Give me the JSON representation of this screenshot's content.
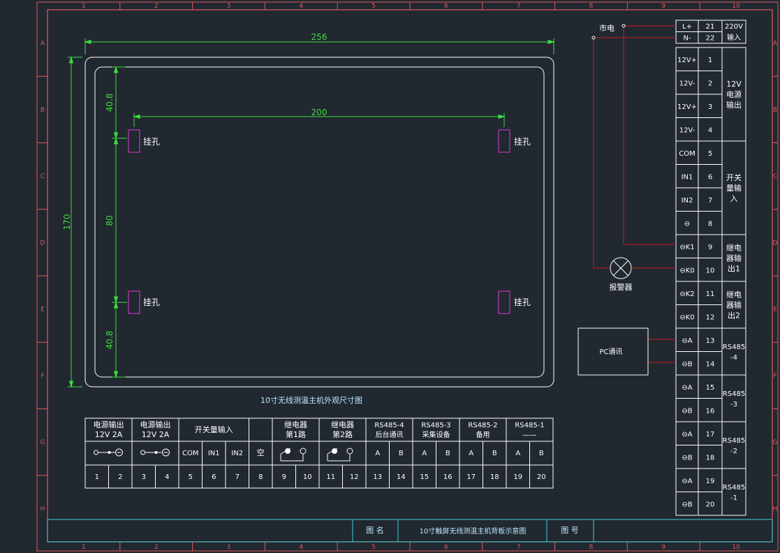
{
  "frame": {
    "columns": [
      "1",
      "2",
      "3",
      "4",
      "5",
      "6",
      "7",
      "8",
      "9",
      "10"
    ],
    "rows": [
      "A",
      "B",
      "C",
      "D",
      "E",
      "F",
      "G",
      "H"
    ]
  },
  "outline": {
    "width_dim": "256",
    "height_dim": "170",
    "hole_spacing_dim": "200",
    "top_offset_dim": "40.8",
    "mid_dim": "80",
    "bottom_offset_dim": "40.8",
    "hole_label": "挂孔",
    "caption": "10寸无线测温主机外观尺寸图"
  },
  "terminal_table": {
    "groups": [
      {
        "line1": "电源输出",
        "line2": "12V 2A"
      },
      {
        "line1": "电源输出",
        "line2": "12V 2A"
      },
      {
        "line1": "开关量输入",
        "line2": ""
      },
      {
        "line1": "",
        "line2": ""
      },
      {
        "line1": "继电器",
        "line2": "第1路"
      },
      {
        "line1": "继电器",
        "line2": "第2路"
      },
      {
        "line1": "RS485-4",
        "line2": "后台通讯"
      },
      {
        "line1": "RS485-3",
        "line2": "采集设备"
      },
      {
        "line1": "RS485-2",
        "line2": "备用"
      },
      {
        "line1": "RS485-1",
        "line2": "——"
      }
    ],
    "signals": [
      "COM",
      "IN1",
      "IN2",
      "空",
      "A",
      "B",
      "A",
      "B",
      "A",
      "B",
      "A",
      "B"
    ],
    "numbers": [
      "1",
      "2",
      "3",
      "4",
      "5",
      "6",
      "7",
      "8",
      "9",
      "10",
      "11",
      "12",
      "13",
      "14",
      "15",
      "16",
      "17",
      "18",
      "19",
      "20"
    ]
  },
  "right_panel": {
    "mains_label": "市电",
    "mains_rows": [
      {
        "sig": "L+",
        "num": "21"
      },
      {
        "sig": "N-",
        "num": "22"
      }
    ],
    "mains_group_l1": "220V",
    "mains_group_l2": "输入",
    "rows": [
      {
        "sig": "12V+",
        "num": "1"
      },
      {
        "sig": "12V-",
        "num": "2"
      },
      {
        "sig": "12V+",
        "num": "3"
      },
      {
        "sig": "12V-",
        "num": "4"
      },
      {
        "sig": "COM",
        "num": "5"
      },
      {
        "sig": "IN1",
        "num": "6"
      },
      {
        "sig": "IN2",
        "num": "7"
      },
      {
        "sig": "⊖",
        "num": "8"
      },
      {
        "sig": "⊖K1",
        "num": "9"
      },
      {
        "sig": "⊖K0",
        "num": "10"
      },
      {
        "sig": "⊖K2",
        "num": "11"
      },
      {
        "sig": "⊖K0",
        "num": "12"
      },
      {
        "sig": "⊖A",
        "num": "13"
      },
      {
        "sig": "⊖B",
        "num": "14"
      },
      {
        "sig": "⊖A",
        "num": "15"
      },
      {
        "sig": "⊖B",
        "num": "16"
      },
      {
        "sig": "⊖A",
        "num": "17"
      },
      {
        "sig": "⊖B",
        "num": "18"
      },
      {
        "sig": "⊖A",
        "num": "19"
      },
      {
        "sig": "⊖B",
        "num": "20"
      }
    ],
    "groups": [
      {
        "lines": [
          "12V",
          "电源",
          "输出"
        ]
      },
      {
        "lines": [
          "开关",
          "量输",
          "入"
        ]
      },
      {
        "lines": [
          "继电",
          "器输",
          "出1"
        ]
      },
      {
        "lines": [
          "继电",
          "器输",
          "出2"
        ]
      },
      {
        "lines": [
          "RS485",
          "-4"
        ]
      },
      {
        "lines": [
          "RS485",
          "-3"
        ]
      },
      {
        "lines": [
          "RS485",
          "-2"
        ]
      },
      {
        "lines": [
          "RS485",
          "-1"
        ]
      }
    ],
    "alarm_label": "报警器",
    "pc_label": "PC通讯"
  },
  "title_block": {
    "name_label": "图 名",
    "name_value": "10寸触屏无线测温主机背板示意图",
    "number_label": "图 号",
    "number_value": ""
  },
  "colors": {
    "frame": "#e05a5a",
    "dimension": "#3ddc3d",
    "hole": "#d63fd6",
    "wire": "#c81e1e",
    "table_line": "#ffffff",
    "title_block": "#3fd0d8"
  }
}
